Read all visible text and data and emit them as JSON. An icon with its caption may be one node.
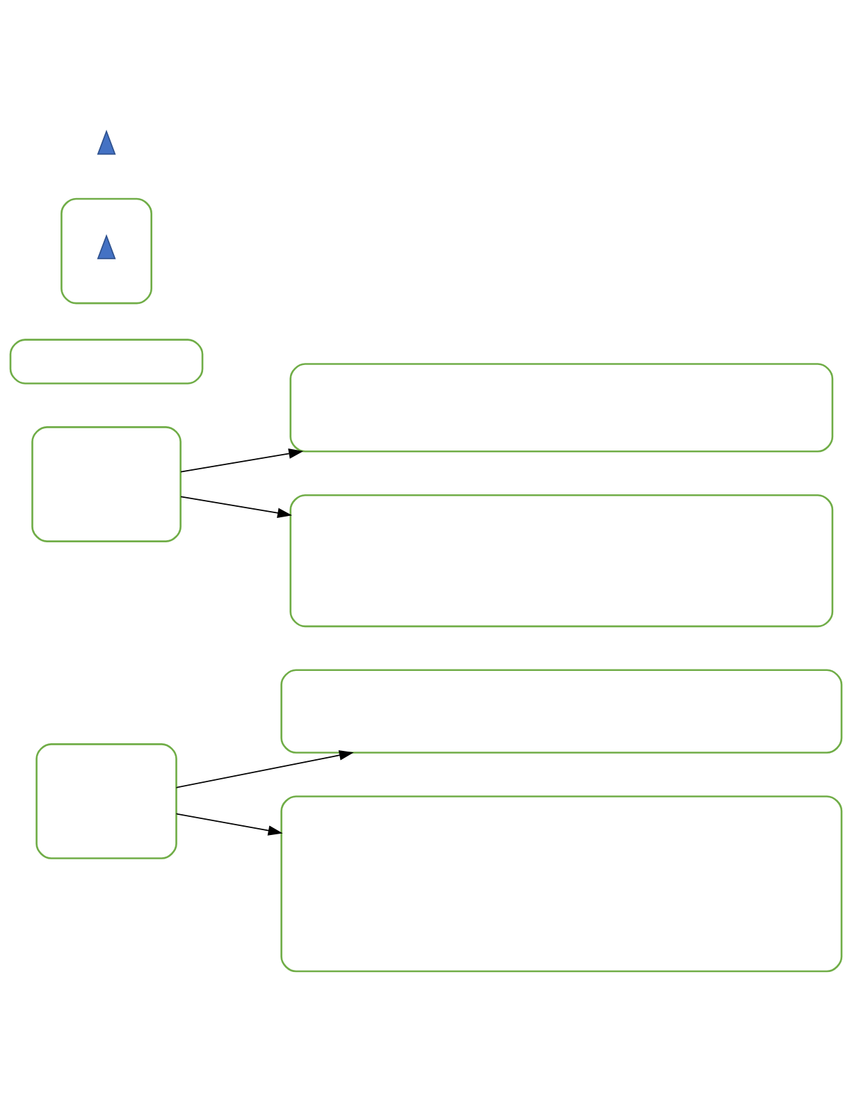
{
  "diagram": {
    "nodes": [
      {
        "text": [],
        "shape": "box"
      },
      {
        "text": [],
        "shape": "box"
      },
      {
        "text": [],
        "shape": "box"
      },
      {
        "text": [],
        "shape": "box"
      },
      {
        "text": [],
        "shape": "box"
      },
      {
        "text": [],
        "shape": "box"
      },
      {
        "text": [],
        "shape": "box"
      },
      {
        "text": [],
        "shape": "box"
      },
      {
        "text": [],
        "shape": "triangle",
        "in": 7
      },
      {
        "text": [],
        "shape": "triangle"
      }
    ],
    "edges": [
      {
        "from": 0,
        "to": 1,
        "arrow": "to"
      },
      {
        "from": 0,
        "to": 2,
        "arrow": "to"
      },
      {
        "from": 3,
        "to": 4,
        "arrow": "to"
      },
      {
        "from": 3,
        "to": 5,
        "arrow": "to"
      }
    ]
  }
}
